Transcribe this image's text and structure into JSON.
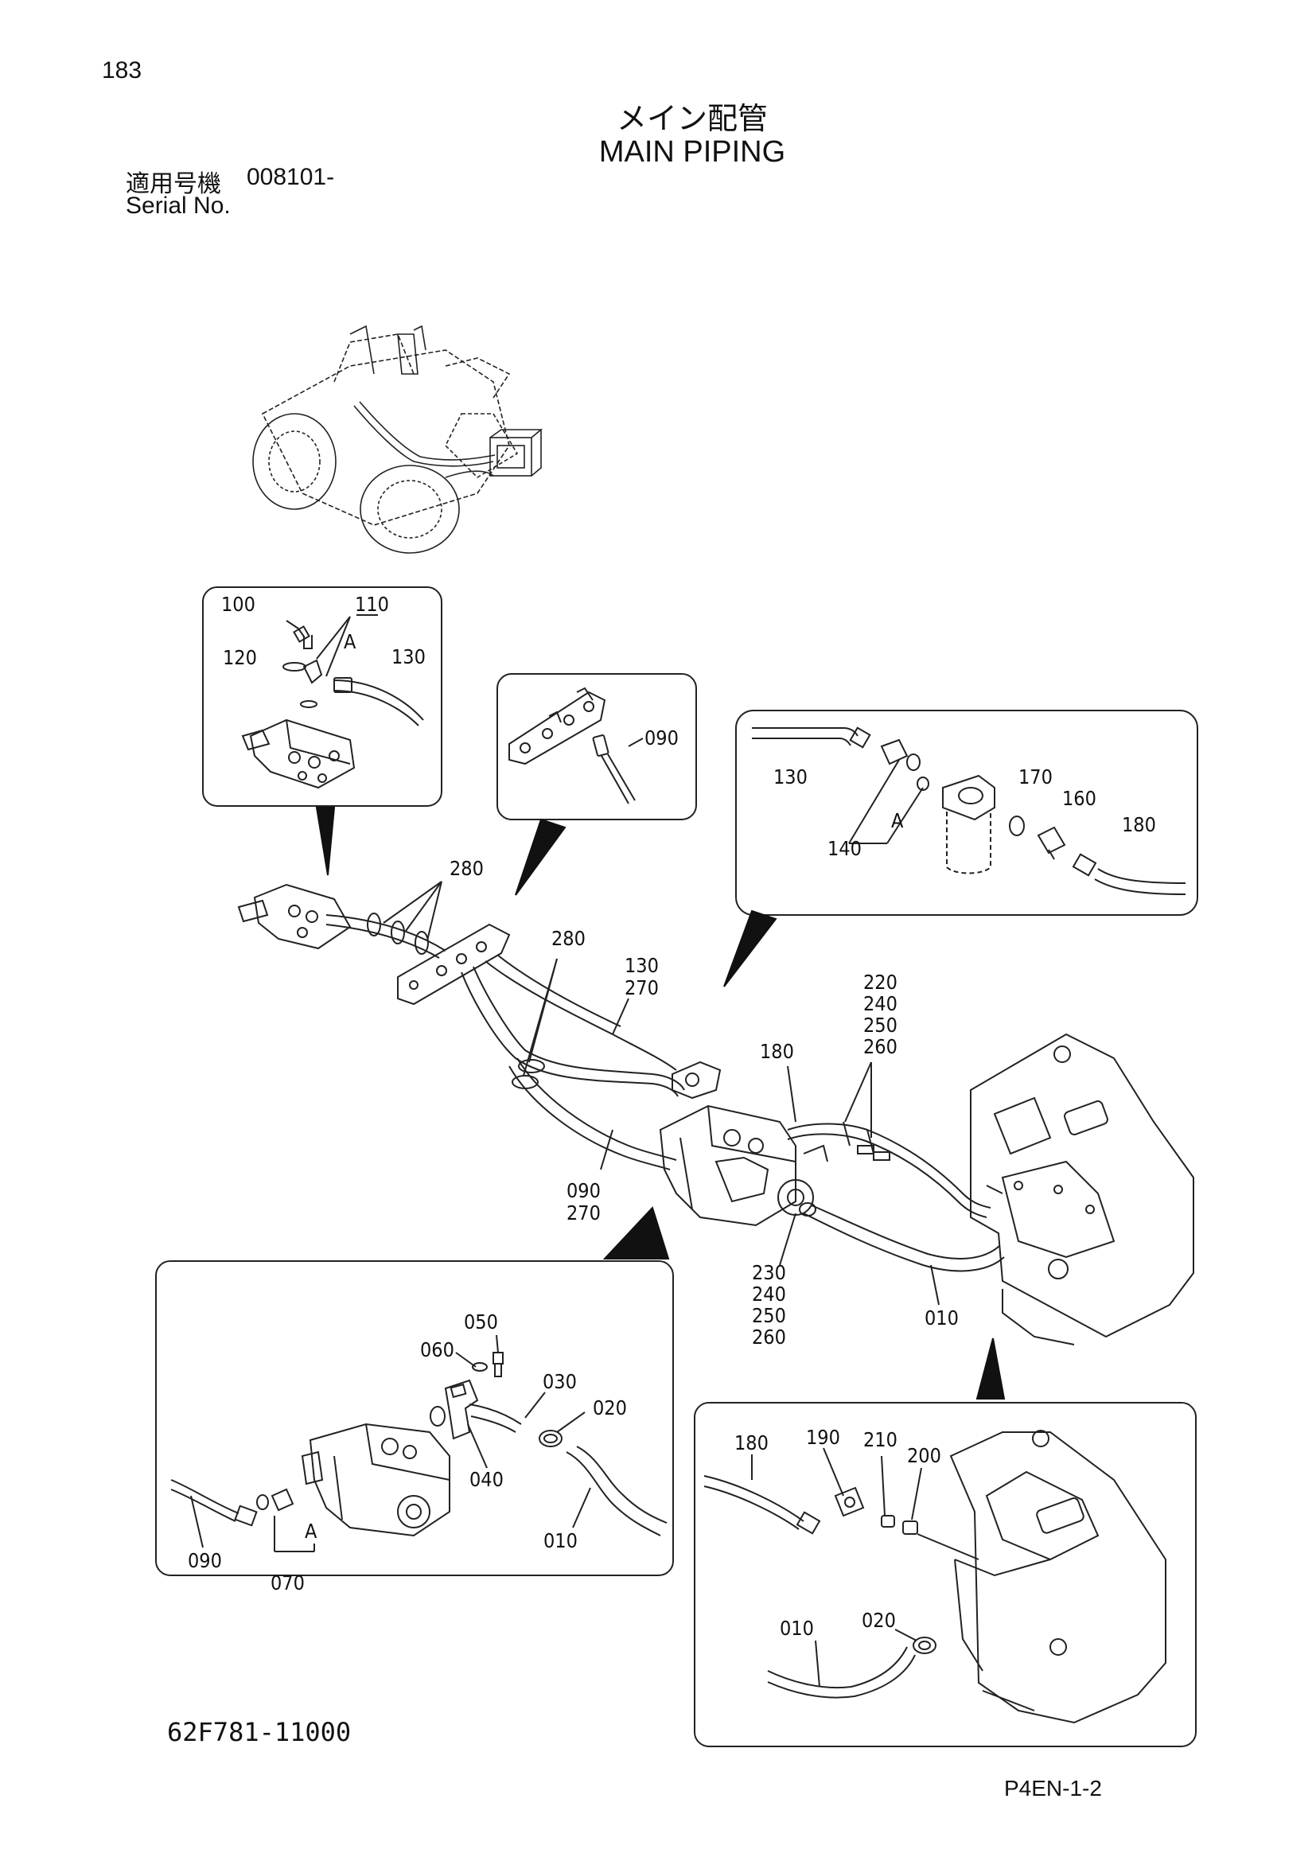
{
  "header": {
    "page_number": "183",
    "title_jp": "メイン配管",
    "title_en": "MAIN PIPING",
    "serial_label_jp": "適用号機",
    "serial_value": "008101-",
    "serial_label_en": "Serial No."
  },
  "footer": {
    "doc_code": "62F781-11000",
    "page_code": "P4EN-1-2"
  },
  "callouts": {
    "valve_detail": {
      "c100": "100",
      "c110": "110",
      "c120": "120",
      "c130": "130",
      "A": "A"
    },
    "bracket_detail": {
      "c090": "090"
    },
    "filter_detail": {
      "c130": "130",
      "c140": "140",
      "c170": "170",
      "c160": "160",
      "c180": "180",
      "A": "A"
    },
    "main_view": {
      "c280a": "280",
      "c280b": "280",
      "c130": "130",
      "c270a": "270",
      "c220": "220",
      "c240a": "240",
      "c250a": "250",
      "c260a": "260",
      "c180": "180",
      "c090": "090",
      "c270b": "270",
      "c230": "230",
      "c240b": "240",
      "c250b": "250",
      "c260b": "260",
      "c010": "010"
    },
    "pump_detail": {
      "c050": "050",
      "c060": "060",
      "c030": "030",
      "c020": "020",
      "c040": "040",
      "c010": "010",
      "c090": "090",
      "A": "A",
      "c070": "070"
    },
    "tank_detail": {
      "c180": "180",
      "c190": "190",
      "c210": "210",
      "c200": "200",
      "c010": "010",
      "c020": "020"
    }
  }
}
